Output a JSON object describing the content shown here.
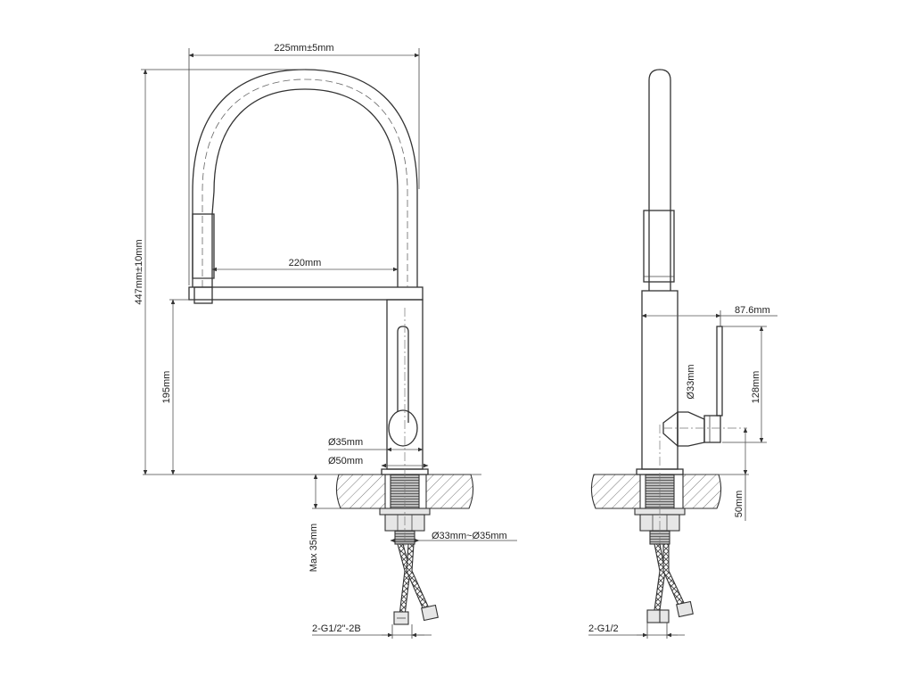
{
  "dimensions": {
    "front_width": "225mm±5mm",
    "front_height": "447mm±10mm",
    "spout_reach": "220mm",
    "body_height": "195mm",
    "body_diameter": "Ø35mm",
    "base_diameter": "Ø50mm",
    "thread_diameter": "Ø33mm~Ø35mm",
    "max_thickness": "Max 35mm",
    "front_hose_thread": "2-G1/2\"-2B",
    "side_handle_reach": "87.6mm",
    "side_body_diameter": "Ø33mm",
    "side_handle_height": "128mm",
    "side_handle_base": "50mm",
    "side_hose_thread": "2-G1/2"
  },
  "colors": {
    "line": "#333333",
    "hatch": "#555555"
  }
}
